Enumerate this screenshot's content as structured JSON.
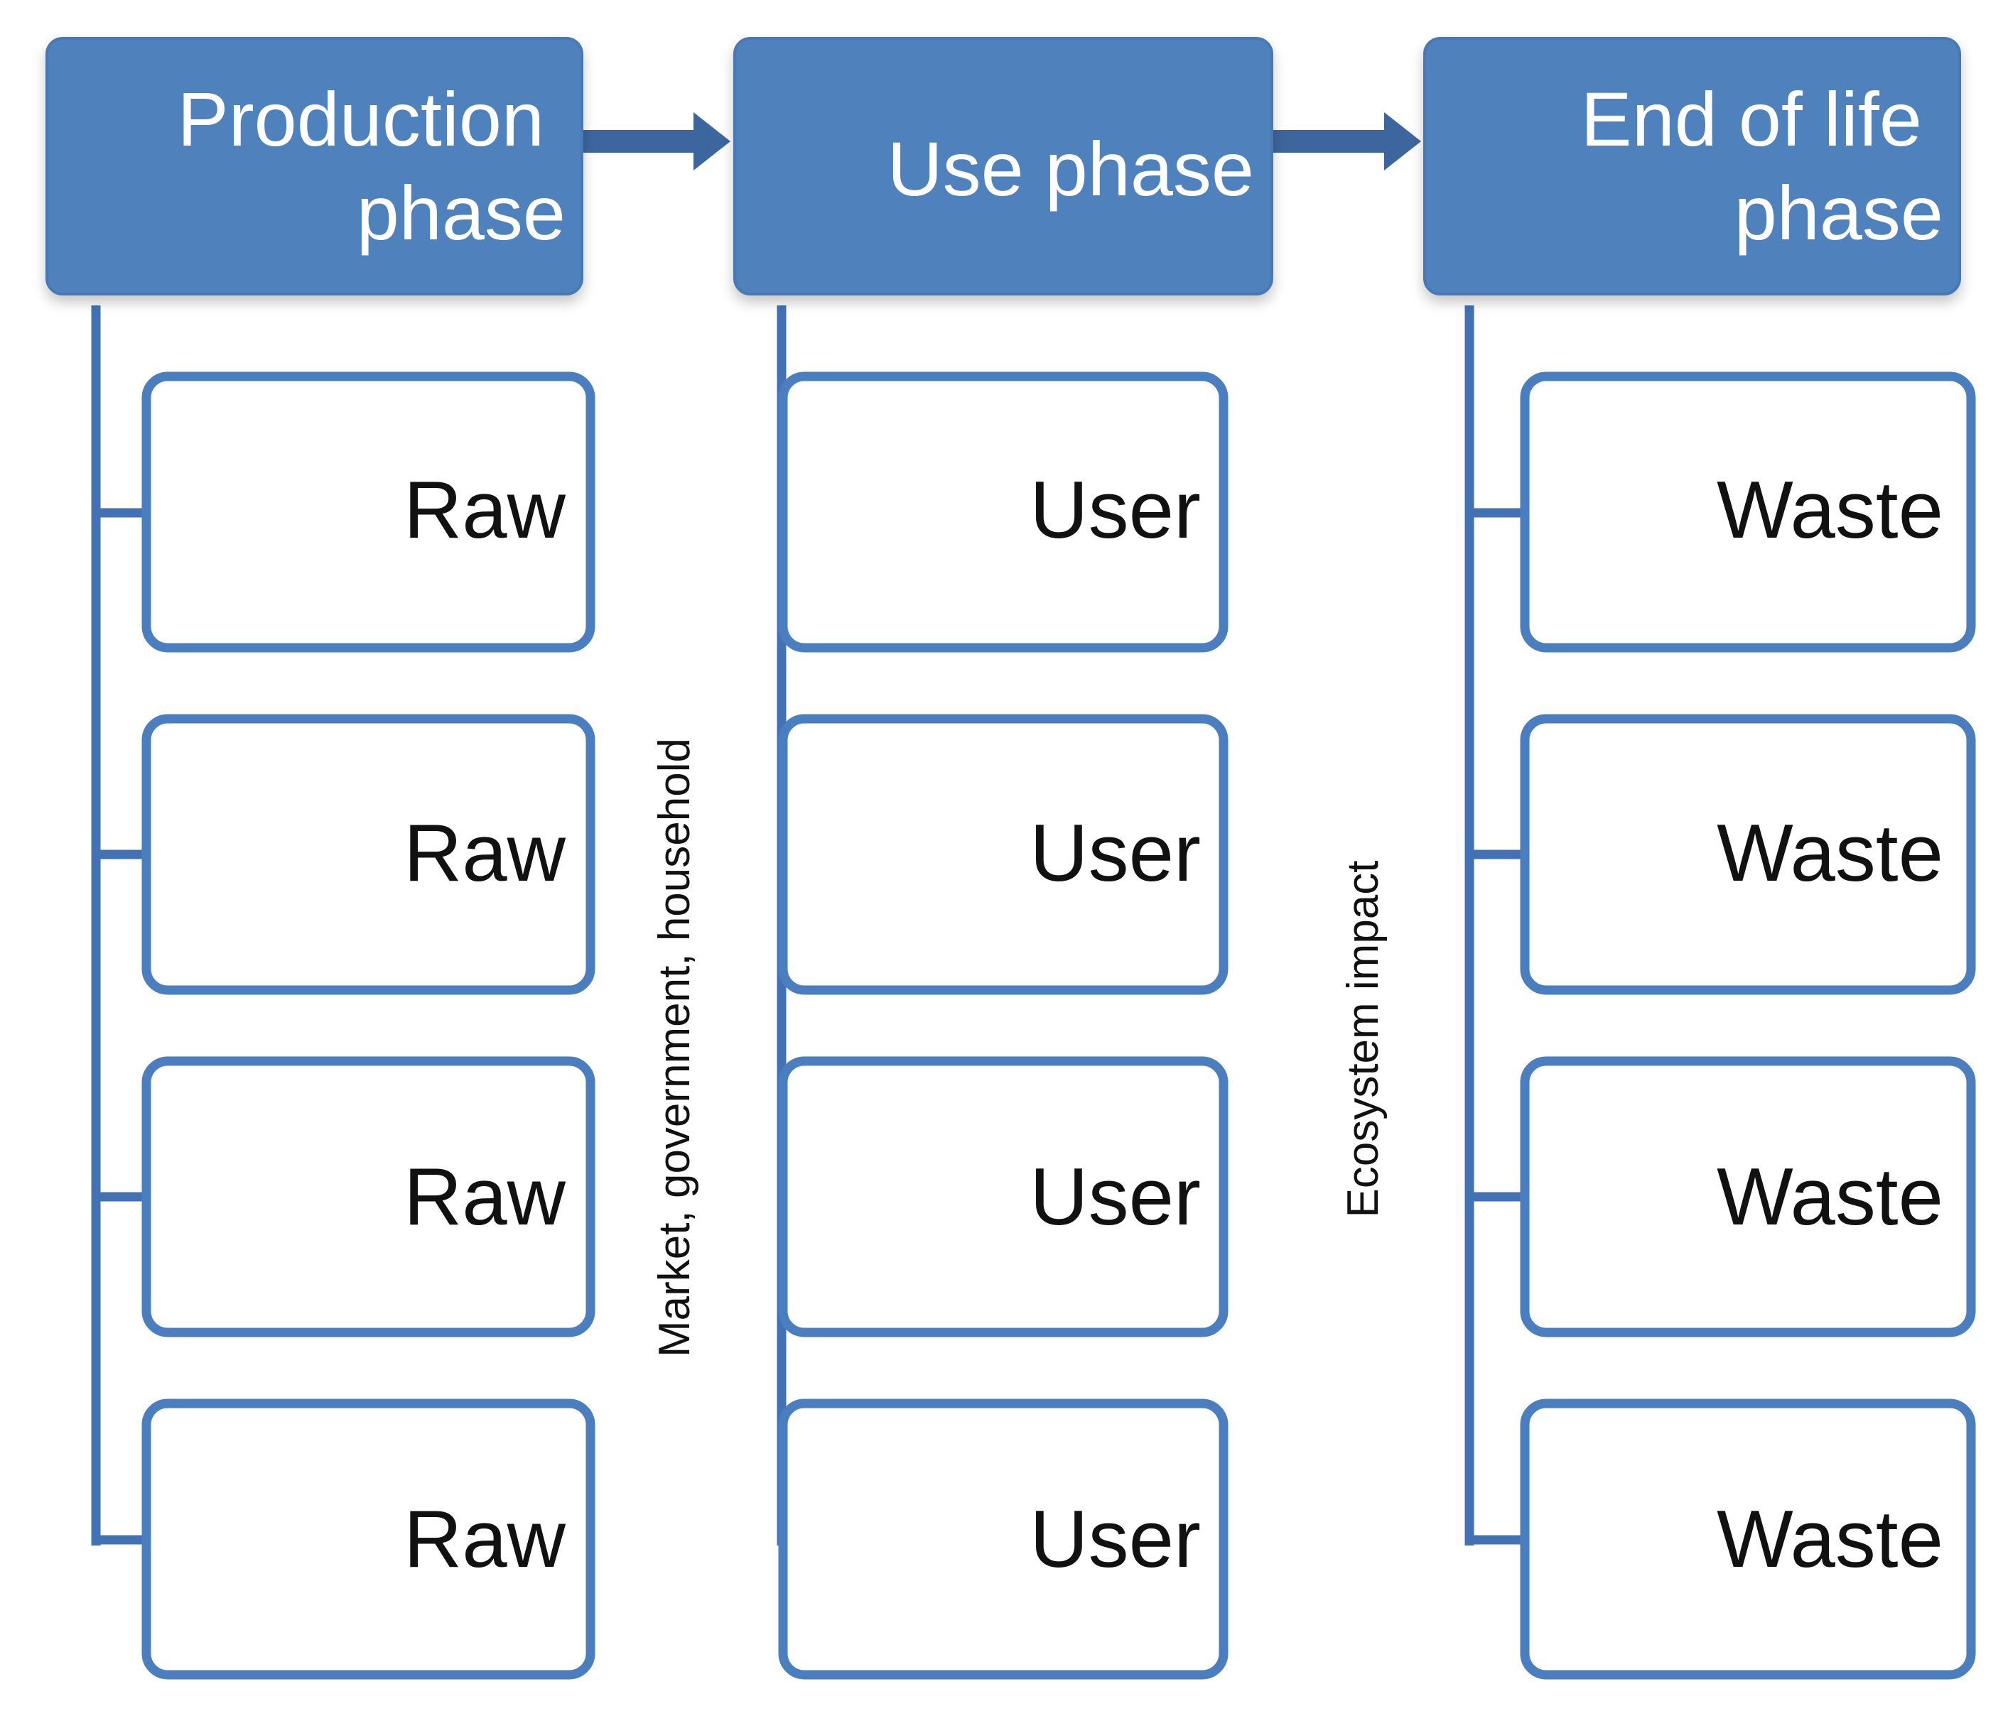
{
  "colors": {
    "header_fill": "#4f81bd",
    "header_stroke": "#4a78b4",
    "item_stroke": "#4a7ebf",
    "connector": "#4272b4",
    "arrow": "#3d669f",
    "item_fill": "#ffffff"
  },
  "phases": [
    {
      "title_lines": [
        "Production",
        "phase"
      ],
      "items": [
        "Raw",
        "Raw",
        "Raw",
        "Raw"
      ]
    },
    {
      "title_lines": [
        "Use phase"
      ],
      "items": [
        "User",
        "User",
        "User",
        "User"
      ]
    },
    {
      "title_lines": [
        "End of life",
        "phase"
      ],
      "items": [
        "Waste",
        "Waste",
        "Waste",
        "Waste"
      ]
    }
  ],
  "side_labels": [
    "Market, government, household",
    "Ecosystem impact"
  ]
}
